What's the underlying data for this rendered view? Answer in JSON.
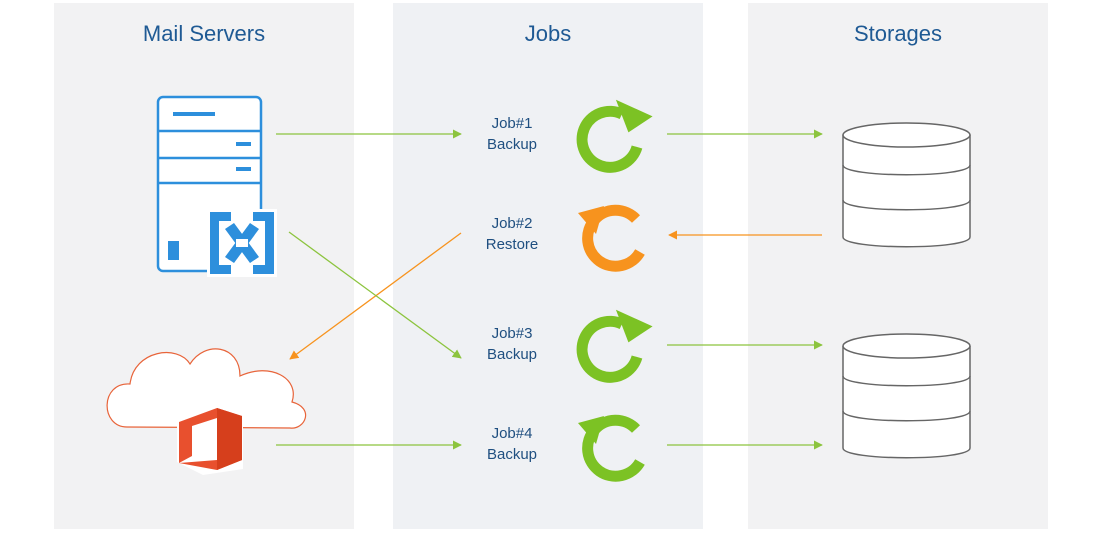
{
  "columns": {
    "mail_servers": "Mail Servers",
    "jobs": "Jobs",
    "storages": "Storages"
  },
  "jobs": [
    {
      "name": "Job#1",
      "type": "Backup",
      "icon": "refresh-icon",
      "color": "#7cc224"
    },
    {
      "name": "Job#2",
      "type": "Restore",
      "icon": "restore-icon",
      "color": "#f7931e"
    },
    {
      "name": "Job#3",
      "type": "Backup",
      "icon": "refresh-icon",
      "color": "#7cc224"
    },
    {
      "name": "Job#4",
      "type": "Backup",
      "icon": "refresh-icon",
      "color": "#7cc224"
    }
  ],
  "sources": [
    {
      "icon": "exchange-server-icon",
      "color": "#2d8fdc"
    },
    {
      "icon": "office-365-cloud-icon",
      "color": "#e8502e"
    }
  ],
  "storages": [
    {
      "icon": "database-icon"
    },
    {
      "icon": "database-icon"
    }
  ],
  "colors": {
    "backup_arrow": "#8cc43e",
    "restore_arrow": "#f7931e",
    "title_text": "#1f5a94"
  }
}
